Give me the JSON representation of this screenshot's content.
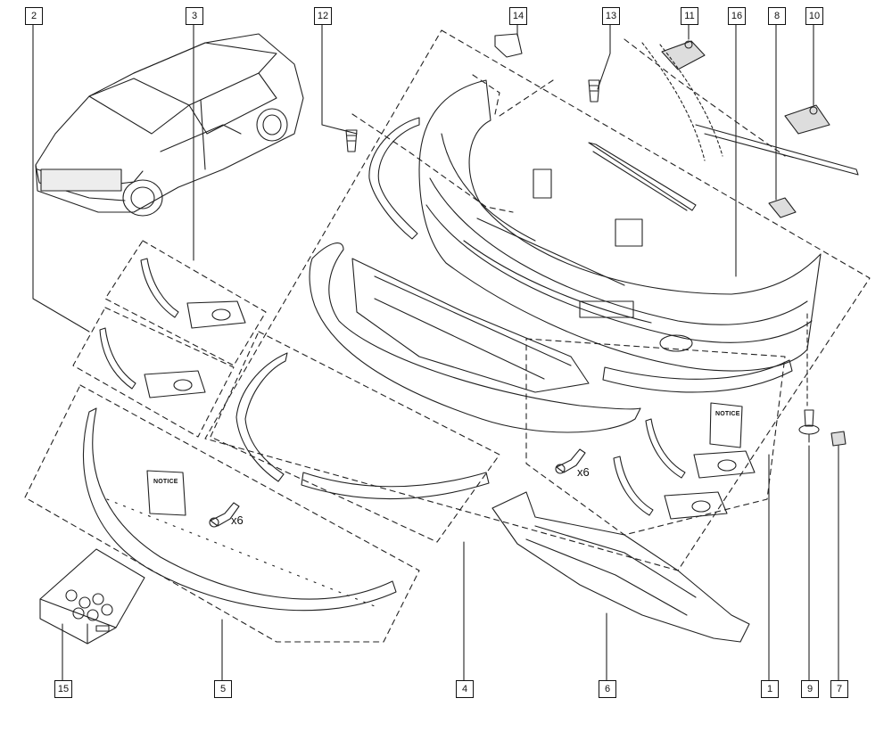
{
  "callouts": {
    "c1": "1",
    "c2": "2",
    "c3": "3",
    "c4": "4",
    "c5": "5",
    "c6": "6",
    "c7": "7",
    "c8": "8",
    "c9": "9",
    "c10": "10",
    "c11": "11",
    "c12": "12",
    "c13": "13",
    "c14": "14",
    "c15": "15",
    "c16": "16"
  },
  "quantities": {
    "screws_right": "x6",
    "screws_left": "x6"
  },
  "notice_labels": {
    "left": "NOTICE",
    "right": "NOTICE"
  }
}
